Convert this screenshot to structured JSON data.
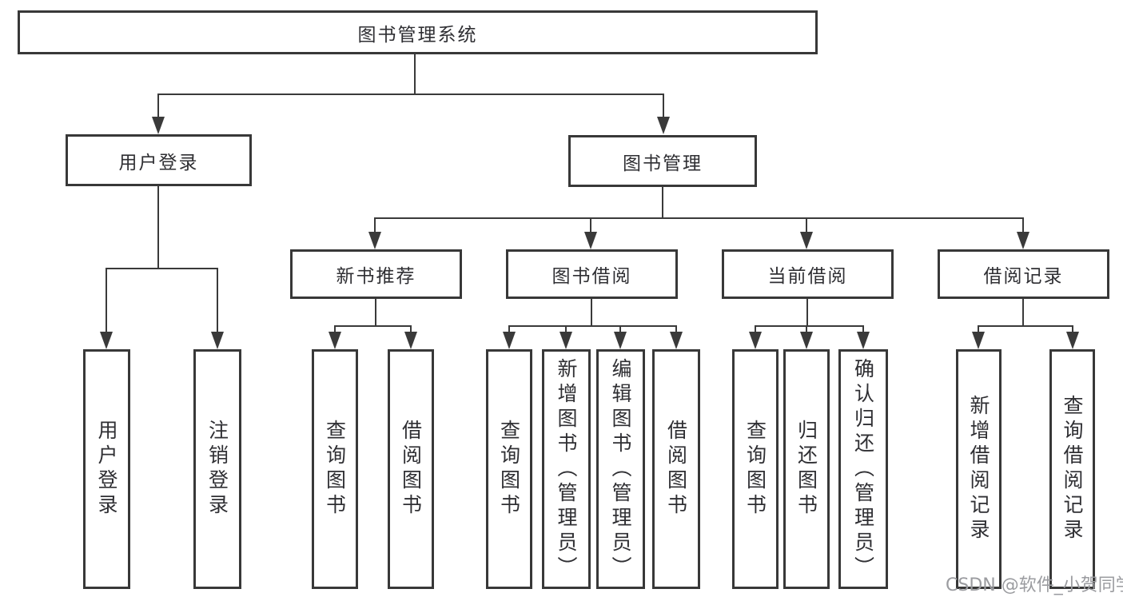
{
  "tree": {
    "root": {
      "label": "图书管理系统"
    },
    "branches": [
      {
        "label": "用户登录",
        "leaves": [
          {
            "label": "用户登录"
          },
          {
            "label": "注销登录"
          }
        ]
      },
      {
        "label": "图书管理",
        "groups": [
          {
            "label": "新书推荐",
            "leaves": [
              {
                "label": "查询图书"
              },
              {
                "label": "借阅图书"
              }
            ]
          },
          {
            "label": "图书借阅",
            "leaves": [
              {
                "label": "查询图书"
              },
              {
                "label": "新增图书（管理员）"
              },
              {
                "label": "编辑图书（管理员）"
              },
              {
                "label": "借阅图书"
              }
            ]
          },
          {
            "label": "当前借阅",
            "leaves": [
              {
                "label": "查询图书"
              },
              {
                "label": "归还图书"
              },
              {
                "label": "确认归还（管理员）"
              }
            ]
          },
          {
            "label": "借阅记录",
            "leaves": [
              {
                "label": "新增借阅记录"
              },
              {
                "label": "查询借阅记录"
              }
            ]
          }
        ]
      }
    ]
  },
  "watermark": {
    "text": "CSDN @软件_小贺同学",
    "color": "#9b9ca0"
  },
  "colors": {
    "line": "#3a3a3a",
    "box_border": "#383838",
    "text": "#2f2f33",
    "background": "#ffffff"
  }
}
